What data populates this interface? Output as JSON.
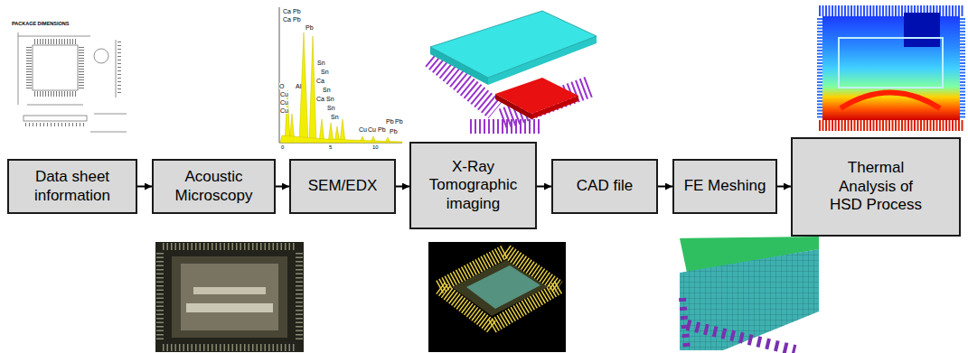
{
  "diagram": {
    "nodes": [
      {
        "text": [
          "Data sheet information"
        ]
      },
      {
        "text": [
          "Acoustic Microscopy"
        ]
      },
      {
        "text": [
          "SEM/EDX"
        ]
      },
      {
        "text": [
          "X-Ray Tomographic imaging"
        ]
      },
      {
        "text": [
          "CAD file"
        ]
      },
      {
        "text": [
          "FE Meshing"
        ]
      },
      {
        "text": [
          "Thermal Analysis of HSD Process"
        ]
      }
    ],
    "edges": [
      {
        "from": 0,
        "to": 1,
        "arrow": "to"
      },
      {
        "from": 1,
        "to": 2,
        "arrow": "to"
      },
      {
        "from": 2,
        "to": 3,
        "arrow": "to"
      },
      {
        "from": 3,
        "to": 4,
        "arrow": "to"
      },
      {
        "from": 4,
        "to": 5,
        "arrow": "to"
      },
      {
        "from": 5,
        "to": 6,
        "arrow": "to"
      }
    ],
    "labels": [
      "PACKAGE DIMENSIONS",
      "Ca",
      "Pb",
      "Ca",
      "Pb",
      "Pb",
      "O",
      "Cu",
      "Cu",
      "Cu",
      "Al",
      "Sn",
      "Sn",
      "Ca",
      "Sn",
      "Sn",
      "Ca",
      "Sn",
      "Sn",
      "Cu",
      "Cu",
      "Pb",
      "Pb",
      "Pb",
      "Pb",
      "0",
      "5",
      "10"
    ]
  }
}
